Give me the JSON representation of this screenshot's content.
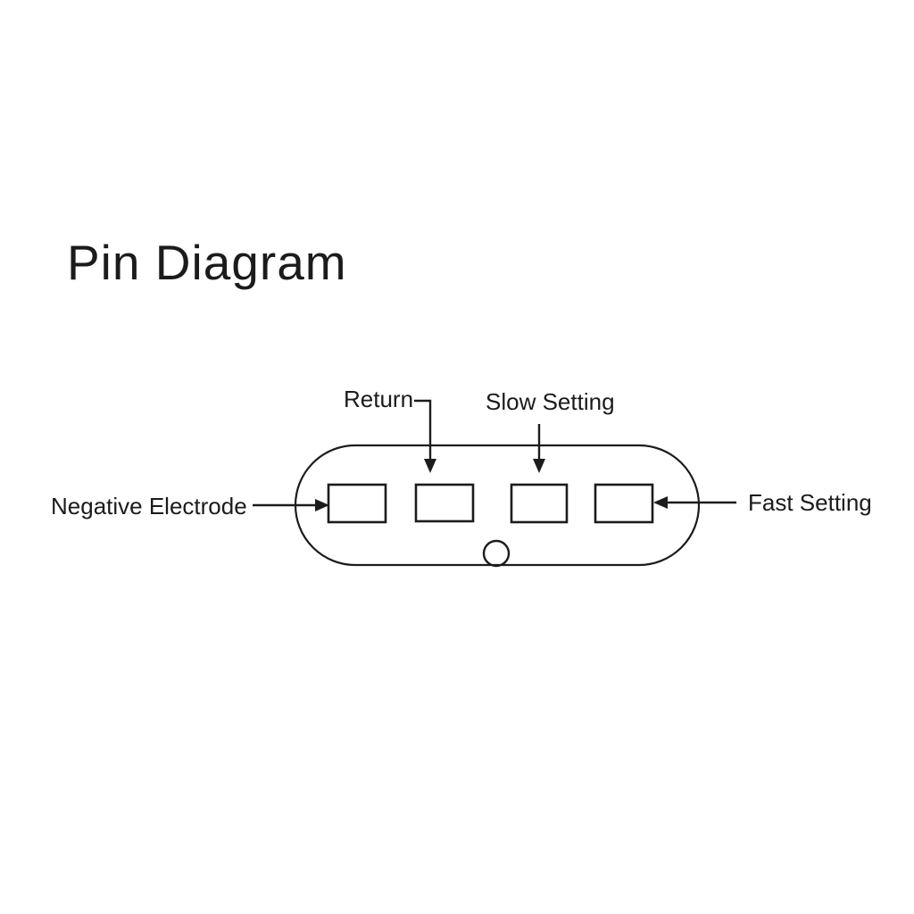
{
  "title": "Pin Diagram",
  "colors": {
    "background": "#ffffff",
    "line": "#1c1c1c"
  },
  "diagram": {
    "pin_count": 4,
    "callouts": [
      {
        "label": "Return",
        "target": "pin-2",
        "direction": "down"
      },
      {
        "label": "Slow Setting",
        "target": "pin-3",
        "direction": "down"
      },
      {
        "label": "Negative Electrode",
        "target": "pin-1",
        "direction": "right"
      },
      {
        "label": "Fast Setting",
        "target": "pin-4",
        "direction": "left"
      }
    ]
  }
}
